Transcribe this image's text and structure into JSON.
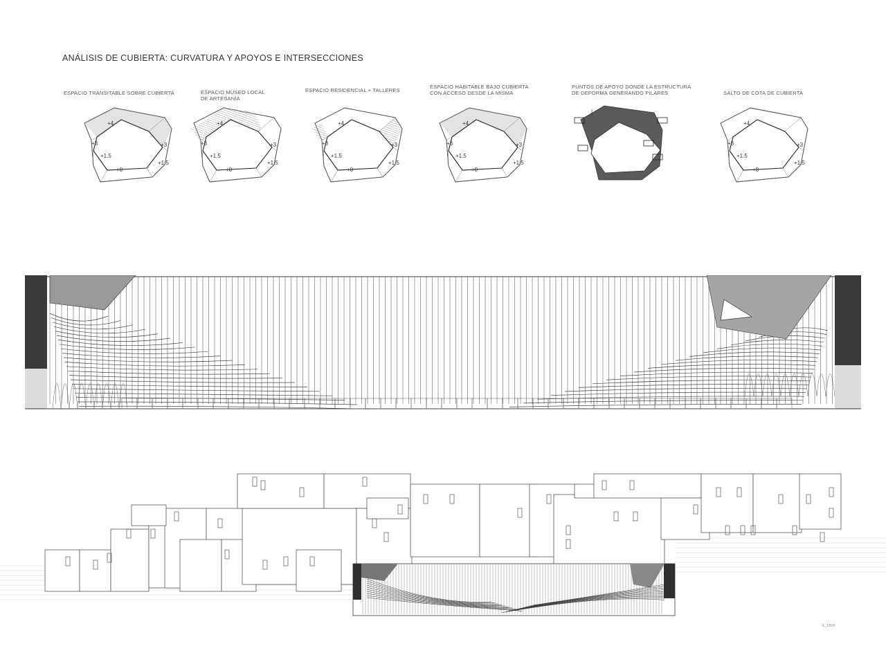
{
  "sheet": {
    "title": "ANÁLISIS DE CUBIERTA: CURVATURA Y APOYOS E INTERSECCIONES",
    "scale_note": "E_1/500"
  },
  "diagrams": [
    {
      "caption": "ESPACIO TRANSITABLE SOBRE CUBIERTA",
      "levels": [
        "+4",
        "+3",
        "+3",
        "+1.5",
        "+1.5",
        "+0"
      ]
    },
    {
      "caption": "ESPACIO MUSEO LOCAL\nDE ARTESANÍA",
      "levels": [
        "+4",
        "+3",
        "+3",
        "+1.5",
        "+1.5",
        "+0"
      ]
    },
    {
      "caption": "ESPACIO RESIDENCIAL + TALLERES",
      "levels": [
        "+4",
        "+3",
        "+3",
        "+1.5",
        "+1.5",
        "+0"
      ]
    },
    {
      "caption": "ESPACIO HABITABLE BAJO CUBIERTA\nCON ACCESO DESDE LA MISMA",
      "levels": [
        "+4",
        "+3",
        "+3",
        "+1.5",
        "+1.5",
        "+0"
      ]
    },
    {
      "caption": "PUNTOS DE APOYO DONDE LA ESTRUCTURA\nDE DEFORMA GENERANDO PILARES",
      "levels": []
    },
    {
      "caption": "SALTO DE COTA DE CUBIERTA",
      "levels": [
        "+4",
        "+3",
        "+3",
        "+1.5",
        "+1.5",
        "+0"
      ]
    }
  ],
  "colors": {
    "line": "#555555",
    "fill_light": "#e3e3e3",
    "fill_dark": "#5a5a5a",
    "hatch": "#4a4a4a"
  }
}
